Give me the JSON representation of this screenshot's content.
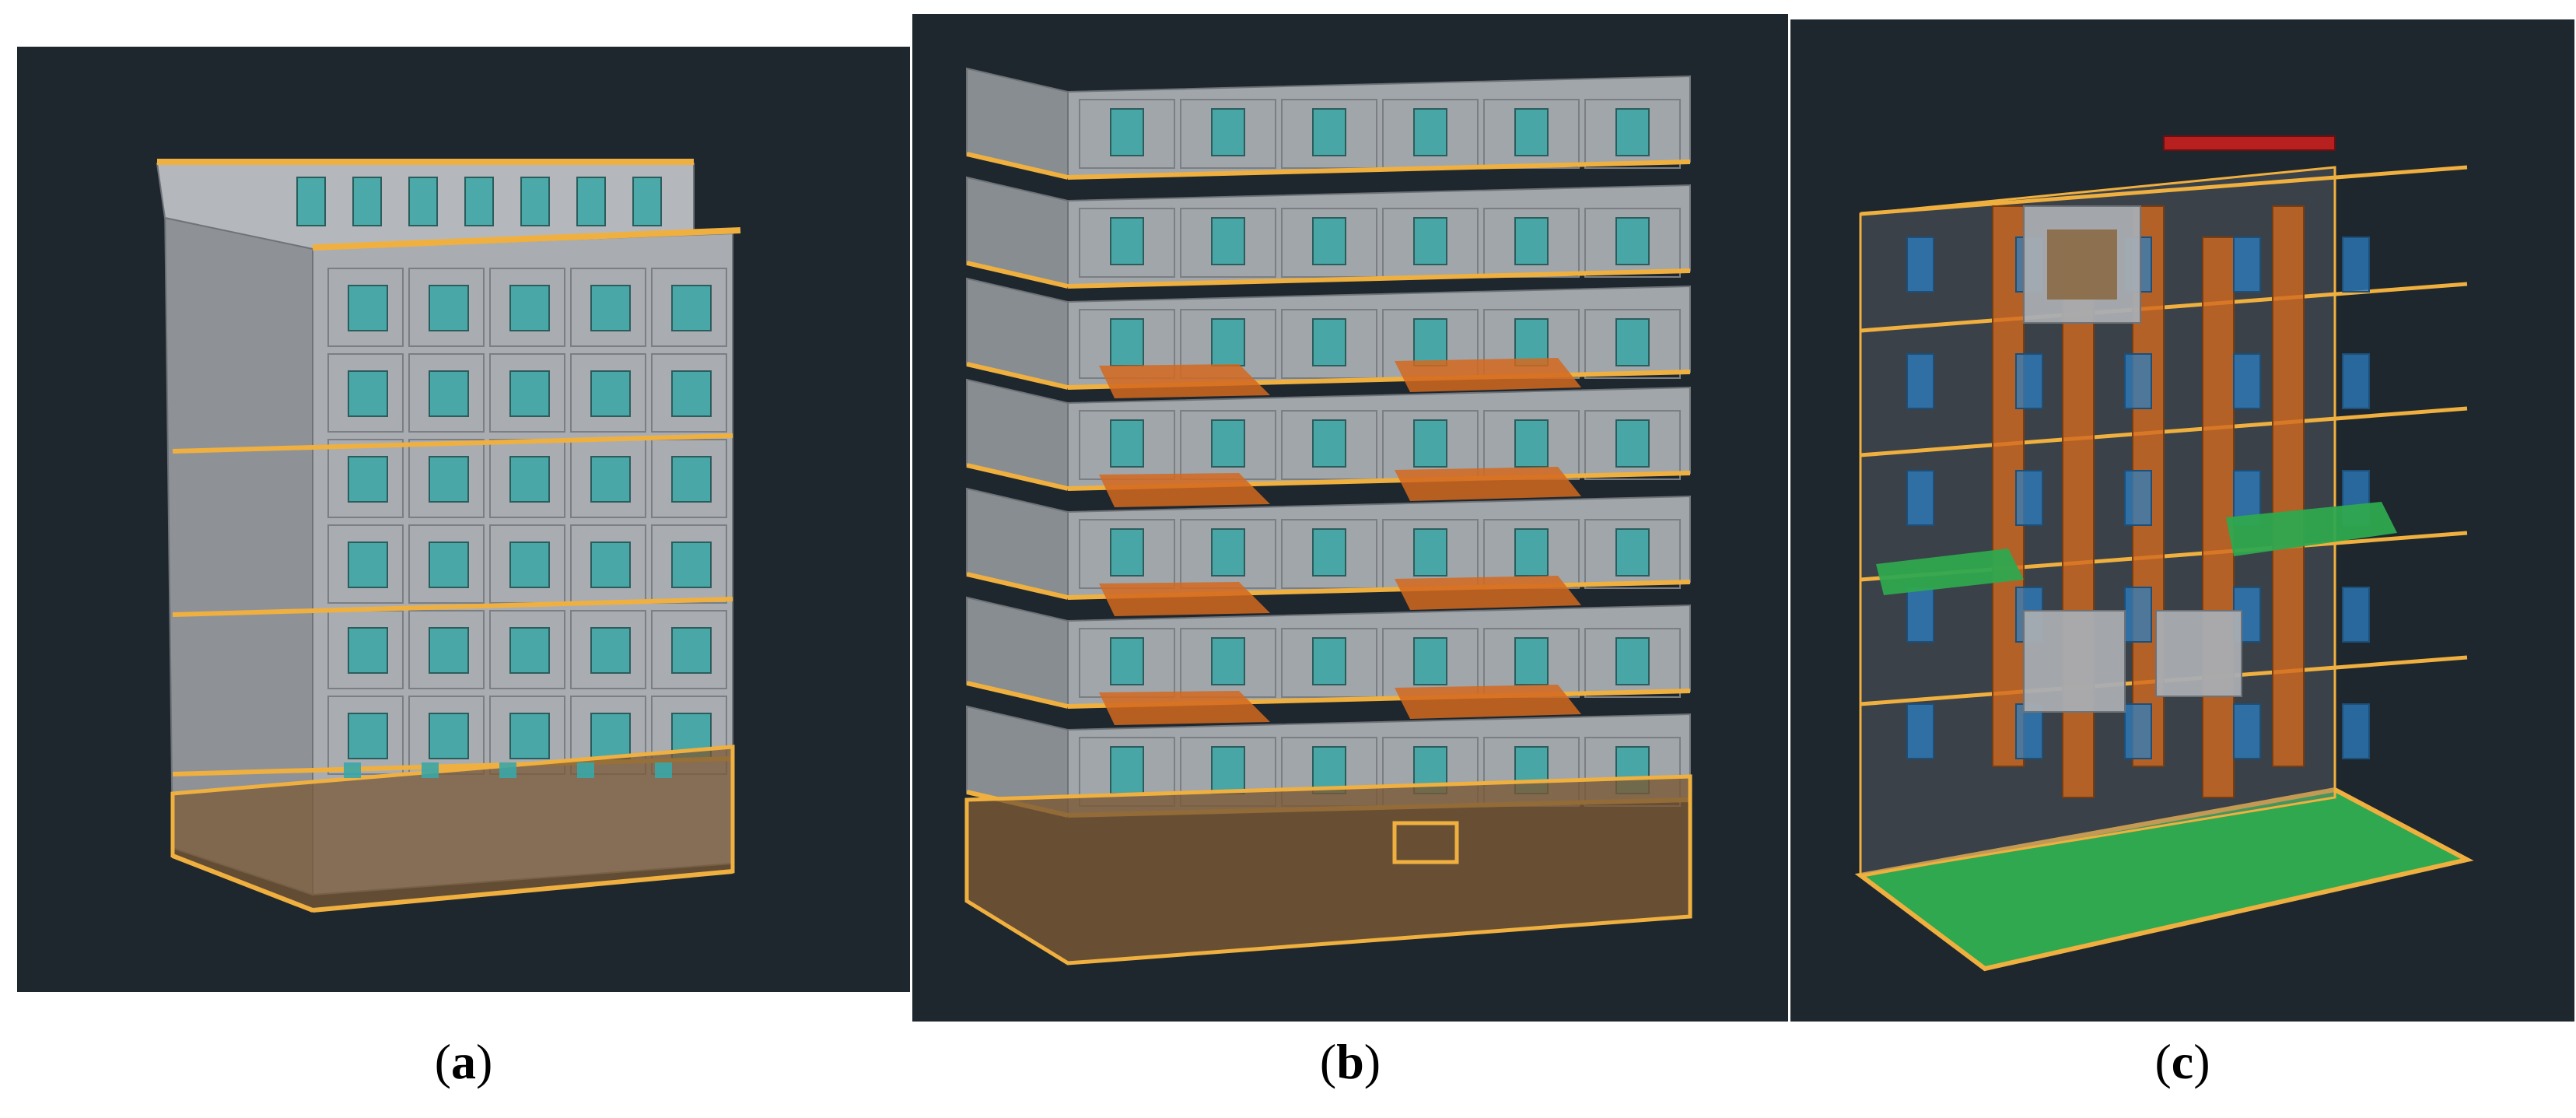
{
  "captions": {
    "a": {
      "open": "(",
      "letter": "a",
      "close": ")"
    },
    "b": {
      "open": "(",
      "letter": "b",
      "close": ")"
    },
    "c": {
      "open": "(",
      "letter": "c",
      "close": ")"
    }
  },
  "colors": {
    "background": "#1e272e",
    "module_wall": "#a9adb2",
    "module_side": "#8e9297",
    "window_glass": "#3aa6a6",
    "slab_outline": "#f0b040",
    "base_ground": "#7a5a36",
    "orange_partition": "#d2691e",
    "green_floor": "#2fa84f",
    "blue_pane": "#2d7fc1"
  },
  "figure": {
    "panel_a": {
      "name": "stacked-modules-exterior",
      "icon": "building-exterior-icon"
    },
    "panel_b": {
      "name": "exploded-floor-levels",
      "icon": "exploded-building-icon"
    },
    "panel_c": {
      "name": "transparent-structure-interior",
      "icon": "xray-building-icon"
    }
  }
}
